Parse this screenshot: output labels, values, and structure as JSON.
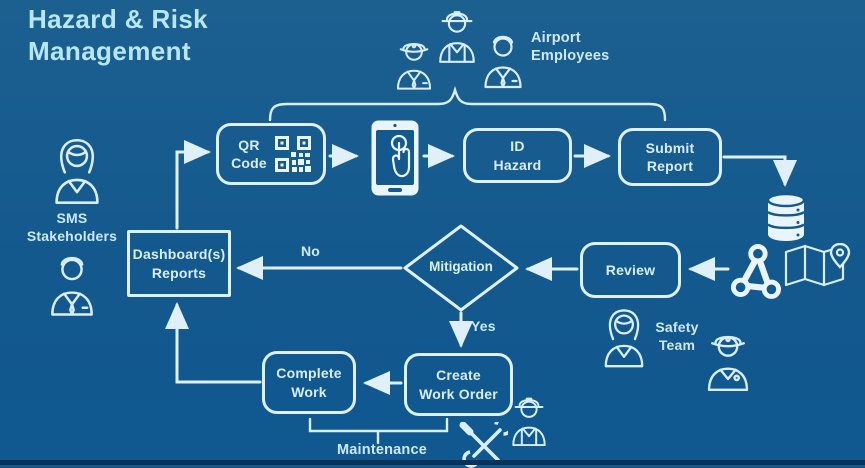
{
  "title": {
    "line1": "Hazard & Risk",
    "line2": "Management"
  },
  "colors": {
    "background": "#14598E",
    "line": "#DFF0F9",
    "title_text": "#B7E7F4",
    "node_text": "#D9EEF8",
    "bottom_strip": "#0A3156"
  },
  "nodes": {
    "qr_code": {
      "line1": "QR",
      "line2": "Code"
    },
    "id_hazard": {
      "line1": "ID",
      "line2": "Hazard"
    },
    "submit_report": {
      "line1": "Submit",
      "line2": "Report"
    },
    "review": {
      "label": "Review"
    },
    "mitigation": {
      "label": "Mitigation"
    },
    "dashboard_reports": {
      "line1": "Dashboard(s)",
      "line2": "Reports"
    },
    "complete_work": {
      "line1": "Complete",
      "line2": "Work"
    },
    "create_work_order": {
      "line1": "Create",
      "line2": "Work Order"
    }
  },
  "edges": {
    "no_label": "No",
    "yes_label": "Yes"
  },
  "actors": {
    "airport_employees": {
      "line1": "Airport",
      "line2": "Employees"
    },
    "sms_stakeholders": {
      "line1": "SMS",
      "line2": "Stakeholders"
    },
    "safety_team": {
      "line1": "Safety",
      "line2": "Team"
    },
    "maintenance": {
      "label": "Maintenance"
    }
  },
  "icons": {
    "airport_employees": [
      "pilot-icon",
      "construction-worker-icon",
      "businessman-icon"
    ],
    "sms_stakeholders": [
      "businesswoman-icon",
      "businessman-icon"
    ],
    "safety_team": [
      "businesswoman-icon",
      "police-officer-icon"
    ],
    "maintenance": [
      "tools-icon",
      "construction-worker-icon"
    ],
    "flow": [
      "qr-code-icon",
      "smartphone-tap-icon",
      "database-icon",
      "share-network-icon",
      "map-location-icon"
    ]
  }
}
